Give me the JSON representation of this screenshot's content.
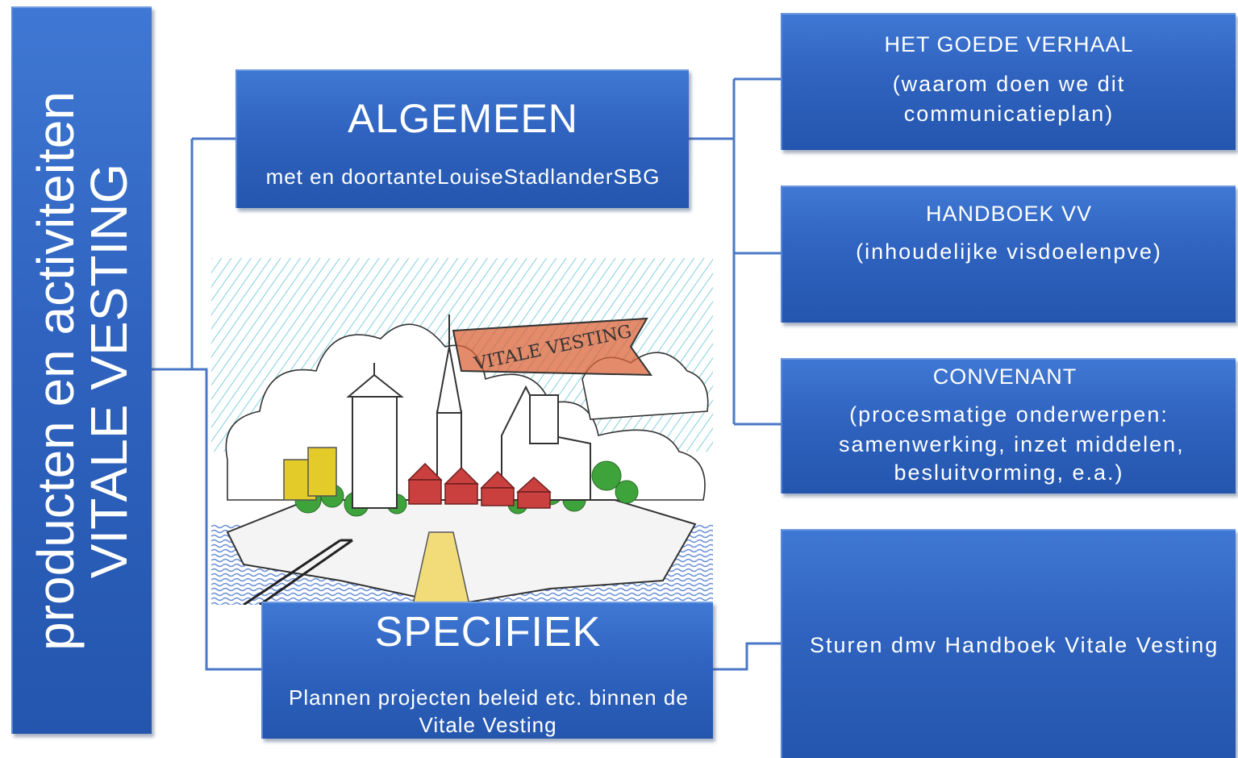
{
  "root": {
    "line1": "producten en activiteiten",
    "line2": "VITALE VESTING"
  },
  "algemeen": {
    "title": "ALGEMEEN",
    "subtitle": "met en doortanteLouiseStadlanderSBG"
  },
  "specifiek": {
    "title": "SPECIFIEK",
    "line1": "Plannen projecten beleid etc. binnen de",
    "line2": "Vitale Vesting"
  },
  "right": [
    {
      "title": "HET GOEDE VERHAAL",
      "lines": [
        "(waarom doen we dit",
        "communicatieplan)"
      ]
    },
    {
      "title": "HANDBOEK VV",
      "lines": [
        "(inhoudelijke visdoelenpve)"
      ]
    },
    {
      "title": "CONVENANT",
      "lines": [
        "(procesmatige onderwerpen:",
        "samenwerking, inzet middelen,",
        "besluitvorming, e.a.)"
      ]
    },
    {
      "title": "",
      "lines": [
        "Sturen dmv Handboek Vitale Vesting"
      ]
    }
  ],
  "illustration": {
    "banner_text": "VITALE VESTING",
    "colors": {
      "sky_hatch": "#6cc7d6",
      "roof_red": "#c9403f",
      "building_yellow": "#e3cc2a",
      "trees": "#3fa33c",
      "banner": "#d9643a"
    }
  },
  "colors": {
    "box_fill": "#2f63bf",
    "box_edge": "#6f9be0",
    "connector": "#4b78c6"
  }
}
